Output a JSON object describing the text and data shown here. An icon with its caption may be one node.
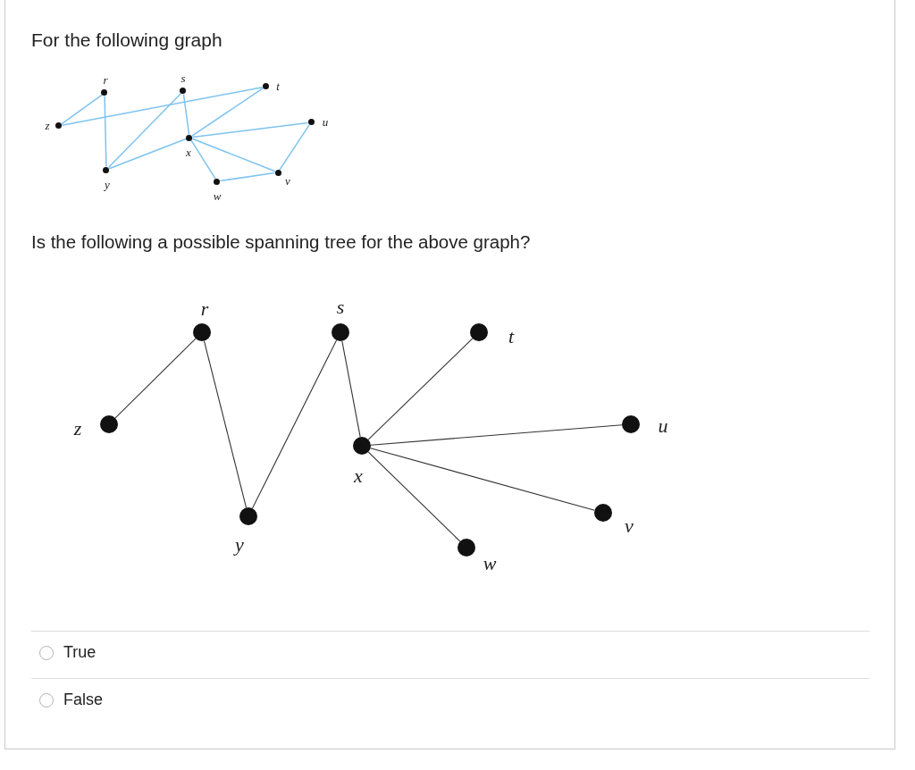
{
  "diagram": {
    "nodes": [
      {
        "text": [],
        "shape": "circle",
        "beside": [
          "r"
        ]
      },
      {
        "text": [],
        "shape": "circle",
        "beside": [
          "s"
        ]
      },
      {
        "text": [],
        "shape": "circle",
        "beside": [
          "t"
        ]
      },
      {
        "text": [],
        "shape": "circle",
        "beside": [
          "z"
        ]
      },
      {
        "text": [],
        "shape": "circle",
        "beside": [
          "u"
        ]
      },
      {
        "text": [],
        "shape": "circle",
        "beside": [
          "x"
        ]
      },
      {
        "text": [],
        "shape": "circle",
        "beside": [
          "y"
        ]
      },
      {
        "text": [],
        "shape": "circle",
        "beside": [
          "v"
        ]
      },
      {
        "text": [],
        "shape": "circle",
        "beside": [
          "w"
        ]
      },
      {
        "text": [],
        "shape": "circle",
        "beside": [
          "r"
        ]
      },
      {
        "text": [],
        "shape": "circle",
        "beside": [
          "s"
        ]
      },
      {
        "text": [],
        "shape": "circle",
        "beside": [
          "t"
        ]
      },
      {
        "text": [],
        "shape": "circle",
        "beside": [
          "z"
        ]
      },
      {
        "text": [],
        "shape": "circle",
        "beside": [
          "u"
        ]
      },
      {
        "text": [],
        "shape": "circle",
        "beside": [
          "x"
        ]
      },
      {
        "text": [],
        "shape": "circle",
        "beside": [
          "y"
        ]
      },
      {
        "text": [],
        "shape": "circle",
        "beside": [
          "v"
        ]
      },
      {
        "text": [],
        "shape": "circle",
        "beside": [
          "w"
        ]
      }
    ],
    "edges": [
      {
        "from": 3,
        "to": 0,
        "arrow": "none"
      },
      {
        "from": 3,
        "to": 2,
        "arrow": "none"
      },
      {
        "from": 0,
        "to": 6,
        "arrow": "none"
      },
      {
        "from": 6,
        "to": 1,
        "arrow": "none"
      },
      {
        "from": 6,
        "to": 5,
        "arrow": "none"
      },
      {
        "from": 1,
        "to": 5,
        "arrow": "none"
      },
      {
        "from": 5,
        "to": 2,
        "arrow": "none"
      },
      {
        "from": 5,
        "to": 4,
        "arrow": "none"
      },
      {
        "from": 5,
        "to": 8,
        "arrow": "none"
      },
      {
        "from": 5,
        "to": 7,
        "arrow": "none"
      },
      {
        "from": 8,
        "to": 7,
        "arrow": "none"
      },
      {
        "from": 4,
        "to": 7,
        "arrow": "none"
      },
      {
        "from": 12,
        "to": 9,
        "arrow": "none",
        "color": "#333333"
      },
      {
        "from": 9,
        "to": 15,
        "arrow": "none",
        "color": "#333333"
      },
      {
        "from": 15,
        "to": 10,
        "arrow": "none",
        "color": "#333333"
      },
      {
        "from": 10,
        "to": 14,
        "arrow": "none",
        "color": "#333333"
      },
      {
        "from": 14,
        "to": 11,
        "arrow": "none",
        "color": "#333333"
      },
      {
        "from": 14,
        "to": 13,
        "arrow": "none",
        "color": "#333333"
      },
      {
        "from": 14,
        "to": 16,
        "arrow": "none",
        "color": "#333333"
      },
      {
        "from": 14,
        "to": 17,
        "arrow": "none",
        "color": "#333333"
      }
    ],
    "labels": [
      "For the following graph",
      "Is the following a possible spanning tree for the above graph?",
      "True",
      "False"
    ]
  }
}
